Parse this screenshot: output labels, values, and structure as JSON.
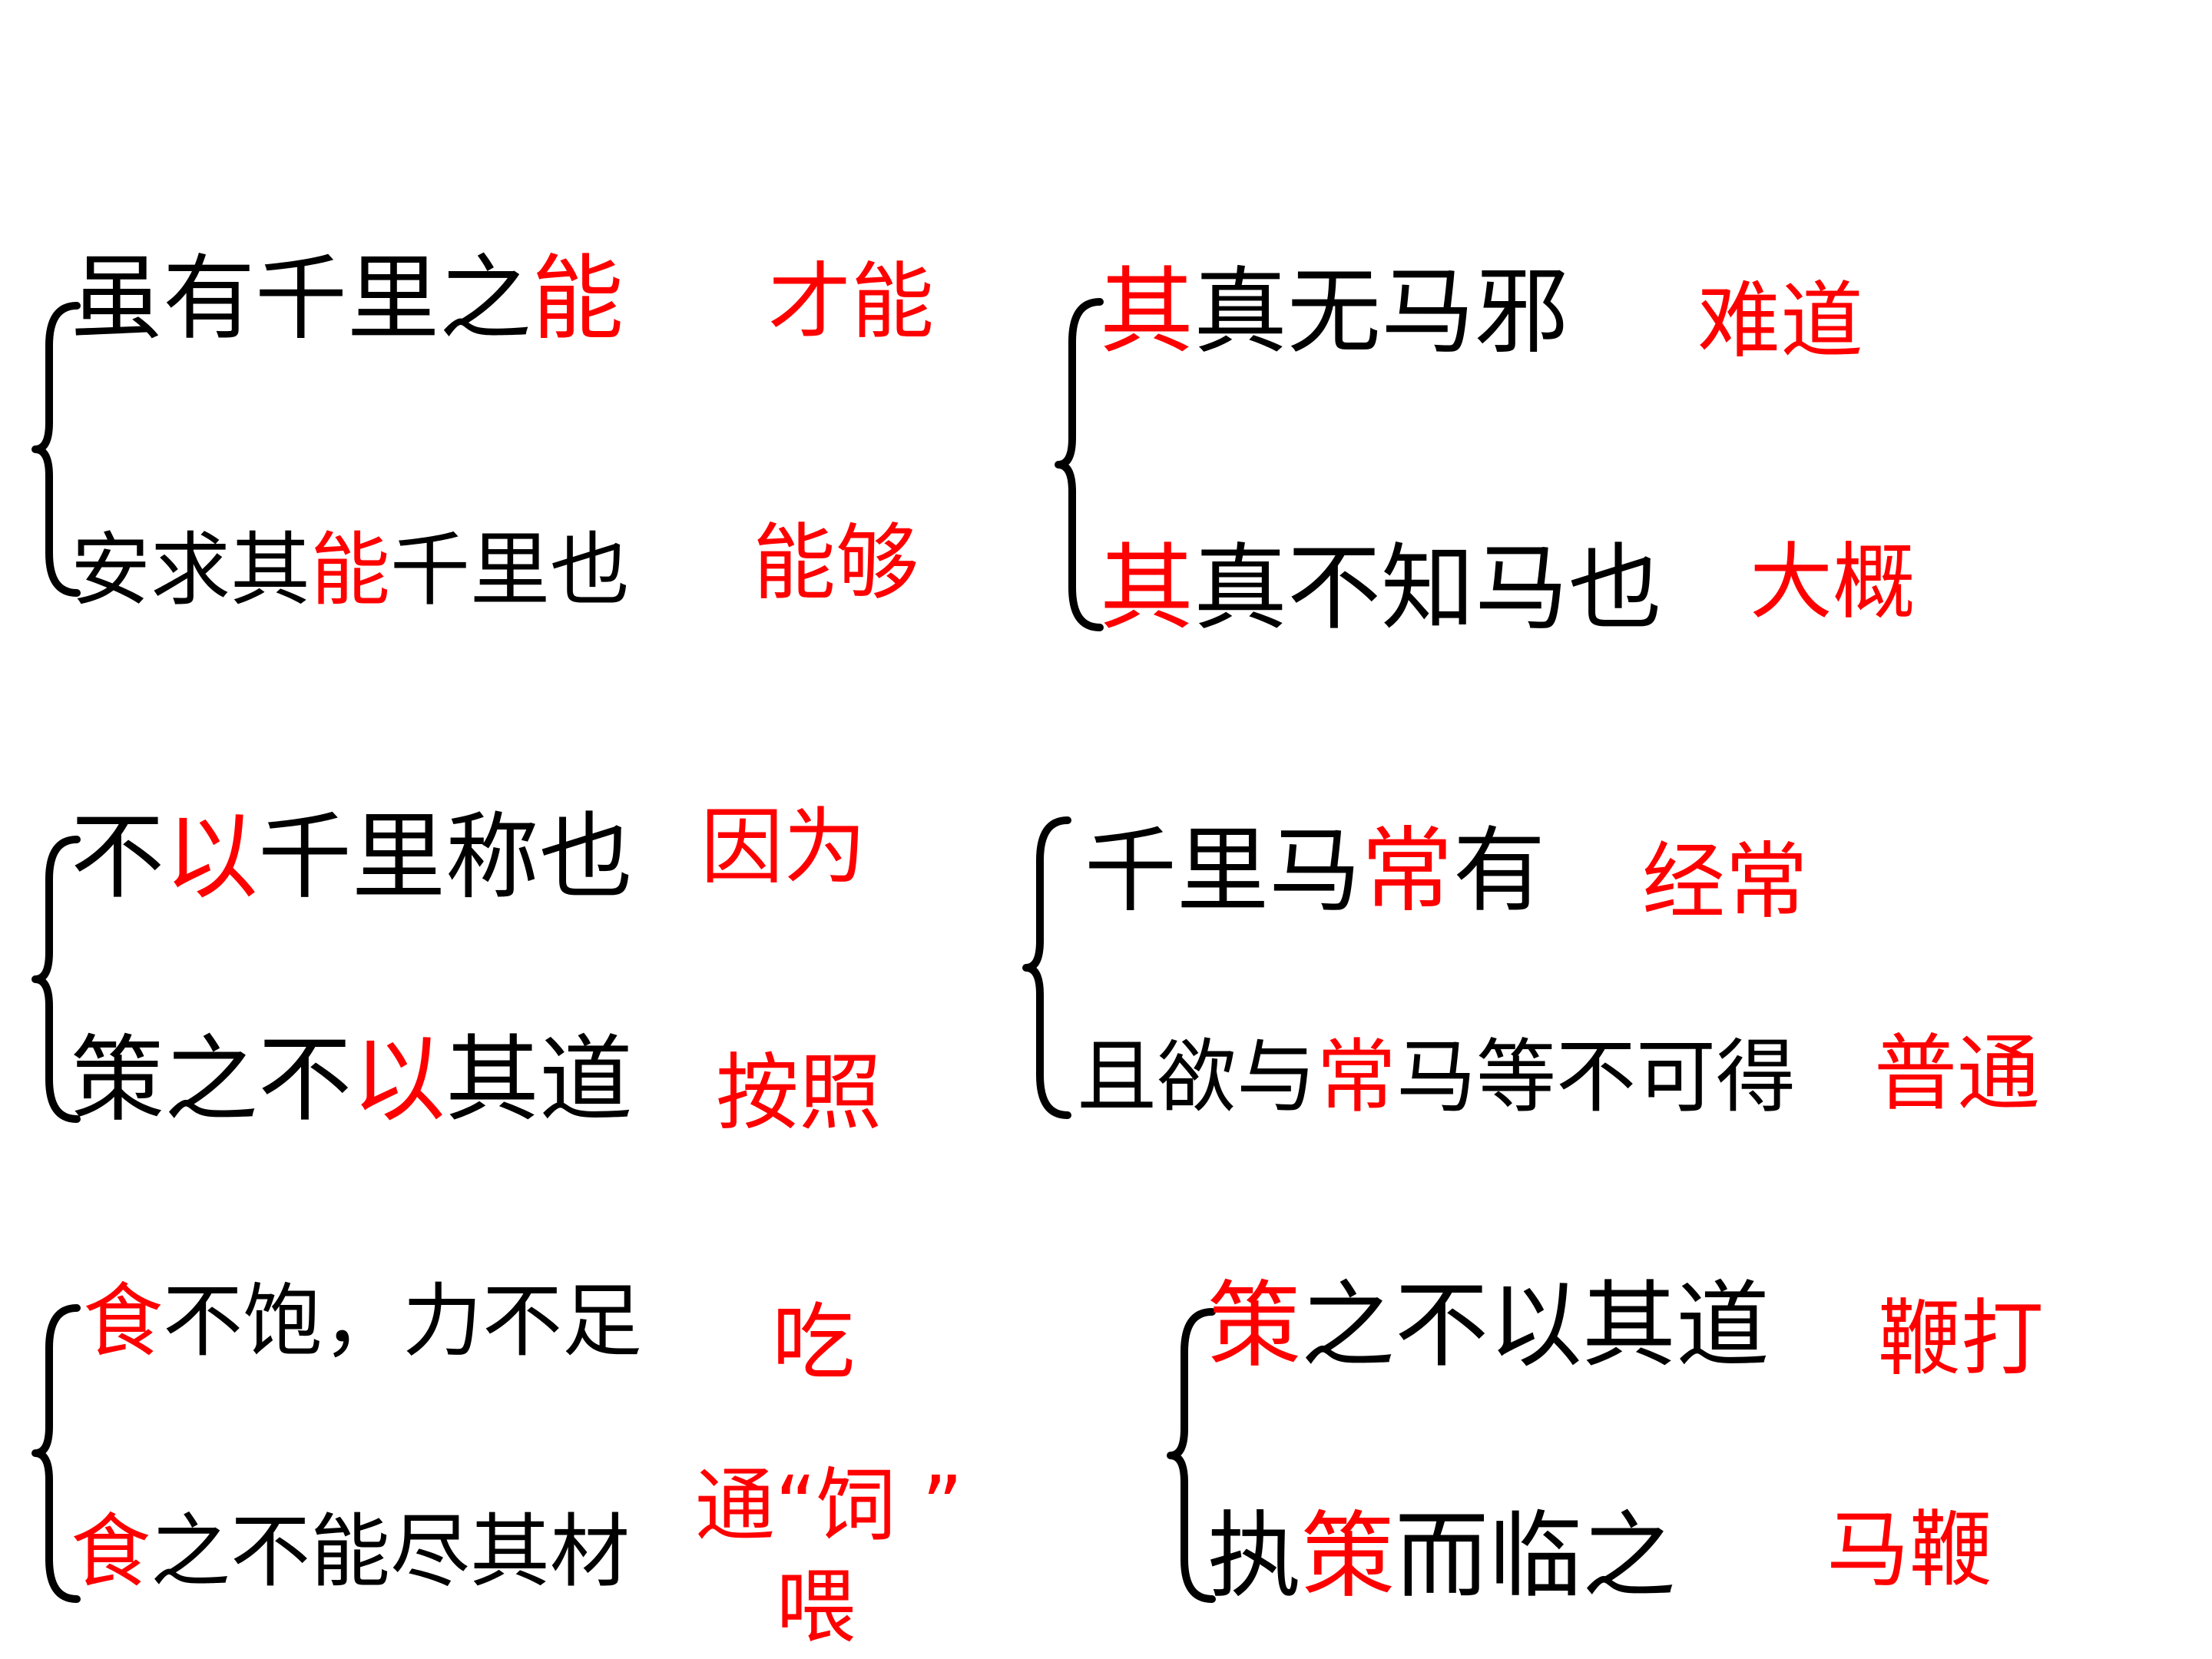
{
  "colors": {
    "text": "#000000",
    "highlight": "#ff0000"
  },
  "groups": [
    {
      "id": "neng",
      "lines": [
        {
          "segments": [
            {
              "text": "虽有千里之",
              "highlight": false
            },
            {
              "text": "能",
              "highlight": true
            }
          ],
          "gloss": "才能"
        },
        {
          "segments": [
            {
              "text": "安求其",
              "highlight": false
            },
            {
              "text": "能",
              "highlight": true
            },
            {
              "text": "千里也",
              "highlight": false
            }
          ],
          "gloss": "能够"
        }
      ]
    },
    {
      "id": "qi",
      "lines": [
        {
          "segments": [
            {
              "text": "其",
              "highlight": true
            },
            {
              "text": "真无马邪",
              "highlight": false
            }
          ],
          "gloss": "难道"
        },
        {
          "segments": [
            {
              "text": "其",
              "highlight": true
            },
            {
              "text": "真不知马也",
              "highlight": false
            }
          ],
          "gloss": "大概"
        }
      ]
    },
    {
      "id": "yi",
      "lines": [
        {
          "segments": [
            {
              "text": "不",
              "highlight": false
            },
            {
              "text": "以",
              "highlight": true
            },
            {
              "text": "千里称也",
              "highlight": false
            }
          ],
          "gloss": "因为"
        },
        {
          "segments": [
            {
              "text": "策之不",
              "highlight": false
            },
            {
              "text": "以",
              "highlight": true
            },
            {
              "text": "其道",
              "highlight": false
            }
          ],
          "gloss": "按照"
        }
      ]
    },
    {
      "id": "chang",
      "lines": [
        {
          "segments": [
            {
              "text": "千里马",
              "highlight": false
            },
            {
              "text": "常",
              "highlight": true
            },
            {
              "text": "有",
              "highlight": false
            }
          ],
          "gloss": "经常"
        },
        {
          "segments": [
            {
              "text": "且欲与",
              "highlight": false
            },
            {
              "text": "常",
              "highlight": true
            },
            {
              "text": "马等不可得",
              "highlight": false
            }
          ],
          "gloss": "普通"
        }
      ]
    },
    {
      "id": "shi",
      "lines": [
        {
          "segments": [
            {
              "text": "食",
              "highlight": true
            },
            {
              "text": "不饱，力不足",
              "highlight": false
            }
          ],
          "gloss": "吃"
        },
        {
          "segments": [
            {
              "text": "食",
              "highlight": true
            },
            {
              "text": "之不能尽其材",
              "highlight": false
            }
          ],
          "gloss": "通“饲 ”",
          "gloss2": "喂"
        }
      ]
    },
    {
      "id": "ce",
      "lines": [
        {
          "segments": [
            {
              "text": "策",
              "highlight": true
            },
            {
              "text": "之不以其道",
              "highlight": false
            }
          ],
          "gloss": "鞭打"
        },
        {
          "segments": [
            {
              "text": "执",
              "highlight": false
            },
            {
              "text": "策",
              "highlight": true
            },
            {
              "text": "而临之",
              "highlight": false
            }
          ],
          "gloss": "马鞭"
        }
      ]
    }
  ]
}
